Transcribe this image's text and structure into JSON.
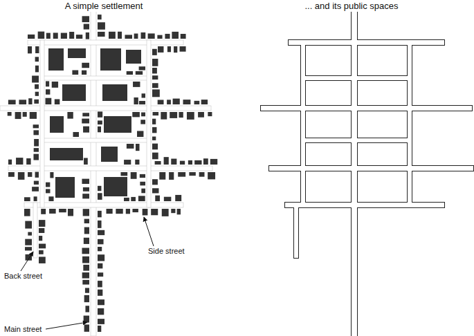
{
  "diagram": {
    "labels": [
      "A simple settlement",
      "... and its public spaces",
      "Back street",
      "Side street",
      "Main street"
    ]
  }
}
